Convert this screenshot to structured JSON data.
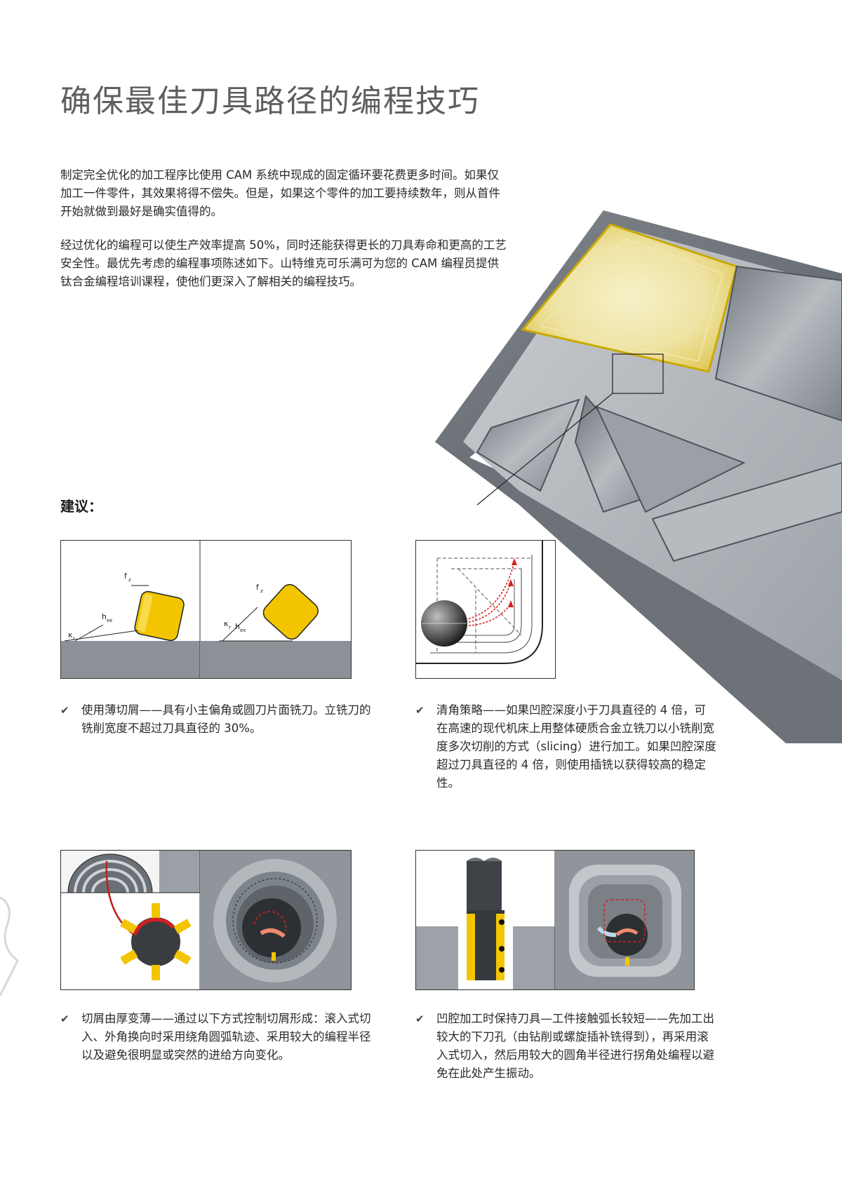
{
  "page": {
    "title": "确保最佳刀具路径的编程技巧",
    "intro": [
      "制定完全优化的加工程序比使用 CAM 系统中现成的固定循环要花费更多时间。如果仅加工一件零件，其效果将得不偿失。但是，如果这个零件的加工要持续数年，则从首件开始就做到最好是确实值得的。",
      "经过优化的编程可以使生产效率提高 50%，同时还能获得更长的刀具寿命和更高的工艺安全性。最优先考虑的编程事项陈述如下。山特维克可乐满可为您的 CAM 编程员提供钛合金编程培训课程，使他们更深入了解相关的编程技巧。"
    ],
    "section_title": "建议："
  },
  "figure_labels": {
    "fz": "f",
    "fz_sub": "z",
    "hex": "h",
    "hex_sub": "ex",
    "kr": "κ",
    "kr_sub": "r"
  },
  "tips": [
    {
      "check": "✔",
      "text": "使用薄切屑——具有小主偏角或圆刀片面铣刀。立铣刀的铣削宽度不超过刀具直径的 30%。"
    },
    {
      "check": "✔",
      "text": "清角策略——如果凹腔深度小于刀具直径的 4 倍，可在高速的现代机床上用整体硬质合金立铣刀以小铣削宽度多次切削的方式（slicing）进行加工。如果凹腔深度超过刀具直径的 4 倍，则使用插铣以获得较高的稳定性。"
    },
    {
      "check": "✔",
      "text": "切屑由厚变薄——通过以下方式控制切屑形成：滚入式切入、外角换向时采用绕角圆弧轨迹、采用较大的编程半径以及避免很明显或突然的进给方向变化。"
    },
    {
      "check": "✔",
      "text": "凹腔加工时保持刀具—工件接触弧长较短——先加工出较大的下刀孔（由钻削或螺旋插补铣得到），再采用滚入式切入，然后用较大的圆角半径进行拐角处编程以避免在此处产生振动。"
    }
  ],
  "colors": {
    "insert_yellow": "#f2c500",
    "steel": "#8f959b",
    "cut_red": "#d42020",
    "title_gray": "#5e5e5e"
  }
}
